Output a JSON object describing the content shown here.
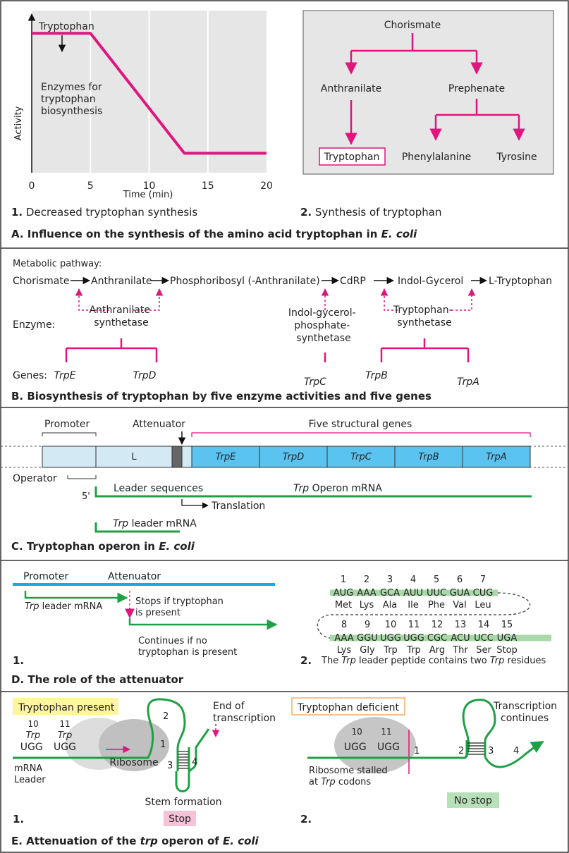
{
  "panelA": {
    "chart_data": {
      "type": "line",
      "x": [
        0,
        5,
        13,
        20
      ],
      "y": [
        0.86,
        0.86,
        0.12,
        0.12
      ],
      "xticks": [
        "0",
        "5",
        "10",
        "15",
        "20"
      ],
      "xlim": [
        0,
        20
      ],
      "xlabel": "Time (min)",
      "ylabel": "Activity",
      "grid": "vertical",
      "series_color": "#e0157d"
    },
    "arrow_label": "Tryptophan",
    "curve_label": [
      "Enzymes for",
      "tryptophan",
      "biosynthesis"
    ],
    "caption1_num": "1.",
    "caption1": "Decreased tryptophan synthesis",
    "pathway": {
      "root": "Chorismate",
      "left": "Anthranilate",
      "right": "Prephenate",
      "product": "Tryptophan",
      "phe": "Phenylalanine",
      "tyr": "Tyrosine"
    },
    "caption2_num": "2.",
    "caption2": "Synthesis of tryptophan",
    "title": "A. Influence on the synthesis of the amino acid tryptophan in",
    "title_it": "E. coli"
  },
  "panelB": {
    "heading": "Metabolic pathway:",
    "steps": [
      "Chorismate",
      "Anthranilate",
      "Phosphoribosyl (-Anthranilate)",
      "CdRP",
      "Indol-Gycerol",
      "L-Tryptophan"
    ],
    "enzyme_label": "Enzyme:",
    "enzymes": [
      [
        "Anthranilate",
        "synthetase"
      ],
      [
        "Indol-gycerol-",
        "phosphate-",
        "synthetase"
      ],
      [
        "Tryptophan-",
        "synthetase"
      ]
    ],
    "genes_label": "Genes:",
    "genes": [
      "TrpE",
      "TrpD",
      "TrpC",
      "TrpB",
      "TrpA"
    ],
    "title": "B. Biosynthesis of tryptophan by five enzyme activities and five genes"
  },
  "panelC": {
    "promoter": "Promoter",
    "attenuator": "Attenuator",
    "structural": "Five structural genes",
    "leader_box": "L",
    "genes": [
      "TrpE",
      "TrpD",
      "TrpC",
      "TrpB",
      "TrpA"
    ],
    "operator": "Operator",
    "five_prime": "5'",
    "leader_seq": "Leader sequences",
    "mrna_it": "Trp",
    "mrna": "Operon  mRNA",
    "translation": "Translation",
    "leader_mrna_it": "Trp",
    "leader_mrna": "leader  mRNA",
    "title": "C. Tryptophan operon in",
    "title_it": "E. coli"
  },
  "panelD": {
    "promoter": "Promoter",
    "attenuator": "Attenuator",
    "leader_it": "Trp",
    "leader": "leader  mRNA",
    "stops": [
      "Stops if tryptophan",
      "is present"
    ],
    "continues": [
      "Continues if no",
      "tryptophan is present"
    ],
    "num1": "1.",
    "row1": {
      "nums": [
        "1",
        "2",
        "3",
        "4",
        "5",
        "6",
        "7"
      ],
      "codons": [
        "AUG",
        "AAA",
        "GCA",
        "AUU",
        "UUC",
        "GUA",
        "CUG"
      ],
      "aas": [
        "Met",
        "Lys",
        "Ala",
        "Ile",
        "Phe",
        "Val",
        "Leu"
      ]
    },
    "row2": {
      "nums": [
        "8",
        "9",
        "10",
        "11",
        "12",
        "13",
        "14",
        "15"
      ],
      "codons": [
        "AAA",
        "GGU",
        "UGG",
        "UGG",
        "CGC",
        "ACU",
        "UCC",
        "UGA"
      ],
      "aas": [
        "Lys",
        "Gly",
        "Trp",
        "Trp",
        "Arg",
        "Thr",
        "Ser",
        "Stop"
      ]
    },
    "num2": "2.",
    "note": [
      "The ",
      "Trp",
      " leader peptide contains two ",
      "Trp",
      " residues"
    ],
    "title": "D. The role of the attenuator"
  },
  "panelE": {
    "present": "Tryptophan present",
    "trp_nums": [
      "10",
      "11"
    ],
    "trp_it": "Trp",
    "codons": [
      "UGG",
      "UGG"
    ],
    "mrna": [
      "mRNA",
      "Leader"
    ],
    "ribosome": "Ribosome",
    "regions": [
      "1",
      "2",
      "3",
      "4"
    ],
    "end": [
      "End of",
      "transcription"
    ],
    "stem": "Stem formation",
    "stop": "Stop",
    "num1": "1.",
    "deficient": "Tryptophan deficient",
    "continues": [
      "Transcription",
      "continues"
    ],
    "stalled": [
      "Ribosome stalled",
      "at ",
      "Trp",
      " codons"
    ],
    "nostop": "No stop",
    "num2": "2.",
    "title": "E. Attenuation of the",
    "title_it1": "trp",
    "title_mid": "operon of",
    "title_it2": "E. coli"
  }
}
